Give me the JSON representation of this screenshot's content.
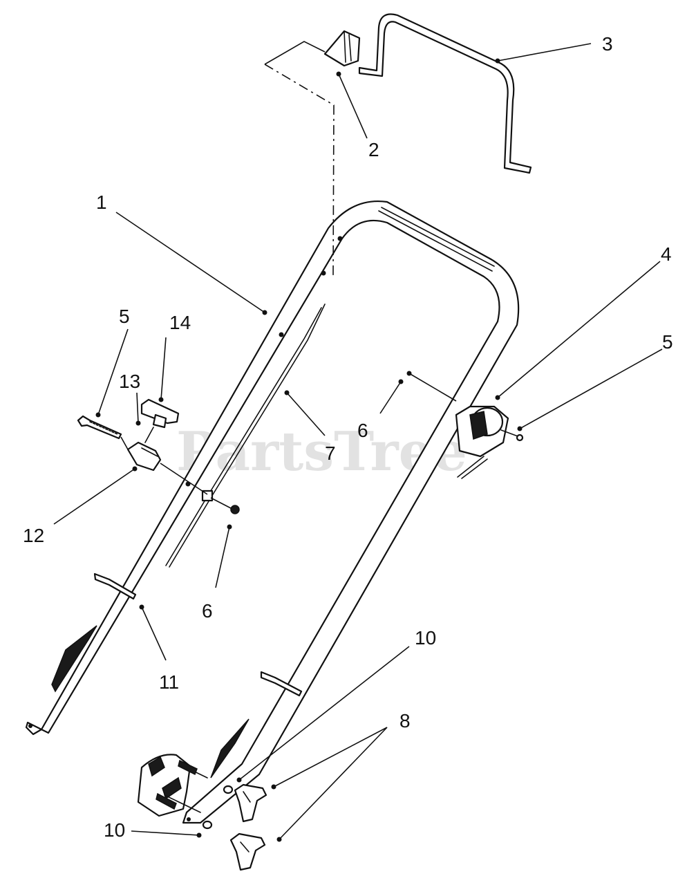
{
  "watermark": "PartsTree",
  "callouts": {
    "c1": "1",
    "c2": "2",
    "c3": "3",
    "c4": "4",
    "c5_left": "5",
    "c5_right": "5",
    "c6_upper": "6",
    "c6_lower": "6",
    "c7": "7",
    "c8": "8",
    "c10_upper": "10",
    "c10_lower": "10",
    "c11": "11",
    "c12": "12",
    "c13": "13",
    "c14": "14"
  }
}
